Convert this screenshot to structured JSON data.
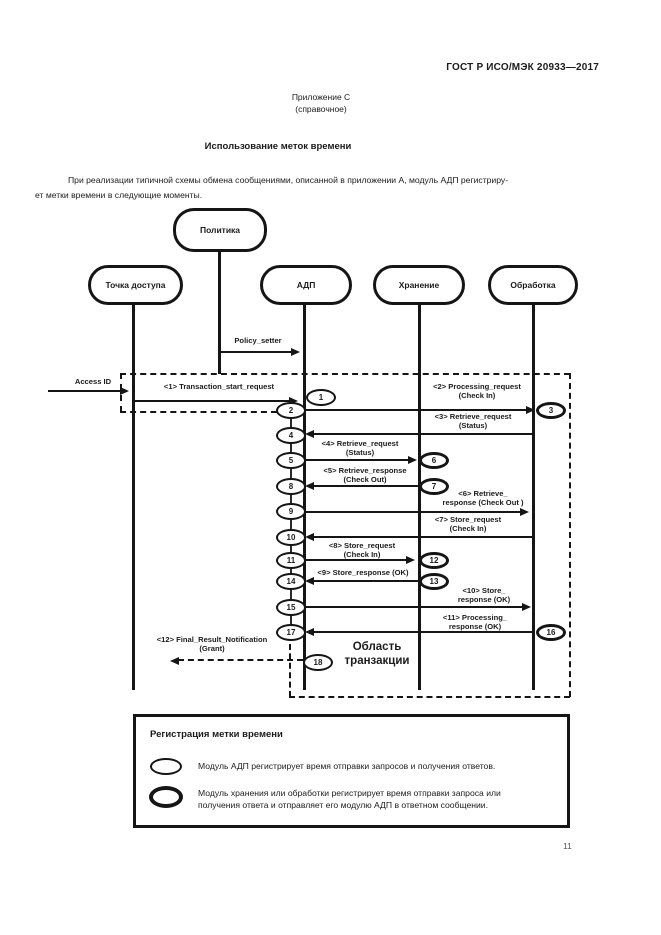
{
  "page": {
    "header": "ГОСТ Р ИСО/МЭК 20933—2017",
    "annex": "Приложение С",
    "annex_note": "(справочное)",
    "title": "Использование меток времени",
    "paragraph": "При реализации типичной схемы обмена сообщениями, описанной в приложении А, модуль АДП регистриру-\nет метки времени в следующие моменты.",
    "page_number": "11"
  },
  "diagram": {
    "actors": [
      {
        "id": "policy",
        "label": "Политика"
      },
      {
        "id": "access-point",
        "label": "Точка доступа"
      },
      {
        "id": "adl",
        "label": "АДП"
      },
      {
        "id": "storage",
        "label": "Хранение"
      },
      {
        "id": "processing",
        "label": "Обработка"
      }
    ],
    "external_input_label": "Access ID",
    "policy_message": {
      "label": "Policy_setter",
      "from": "Политика",
      "to": "АДП"
    },
    "messages": [
      {
        "label": "<1> Transaction_start_request",
        "from": "Точка доступа",
        "to": "АДП"
      },
      {
        "label": "<2> Processing_request\n(Check In)",
        "from": "АДП",
        "to": "Обработка"
      },
      {
        "label": "<3> Retrieve_request\n(Status)",
        "from": "Обработка",
        "to": "АДП"
      },
      {
        "label": "<4> Retrieve_request\n(Status)",
        "from": "АДП",
        "to": "Хранение"
      },
      {
        "label": "<5> Retrieve_response\n(Check Out)",
        "from": "Хранение",
        "to": "АДП"
      },
      {
        "label": "<6> Retrieve_\nresponse (Check Out )",
        "from": "АДП",
        "to": "Обработка"
      },
      {
        "label": "<7> Store_request\n(Check In)",
        "from": "Обработка",
        "to": "АДП"
      },
      {
        "label": "<8> Store_request\n(Check In)",
        "from": "АДП",
        "to": "Хранение"
      },
      {
        "label": "<9> Store_response (OK)",
        "from": "Хранение",
        "to": "АДП"
      },
      {
        "label": "<10> Store_\nresponse (OK)",
        "from": "АДП",
        "to": "Обработка"
      },
      {
        "label": "<11> Processing_\nresponse (OK)",
        "from": "Обработка",
        "to": "АДП"
      },
      {
        "label": "<12> Final_Result_Notification\n(Grant)",
        "from": "АДП",
        "to": "Точка доступа"
      }
    ],
    "transaction_area_label": "Область\nтранзакции",
    "timestamps": [
      {
        "num": "1",
        "registered_by": "adl"
      },
      {
        "num": "2",
        "registered_by": "adl"
      },
      {
        "num": "3",
        "registered_by": "storage-or-processing"
      },
      {
        "num": "4",
        "registered_by": "adl"
      },
      {
        "num": "5",
        "registered_by": "adl"
      },
      {
        "num": "6",
        "registered_by": "storage-or-processing"
      },
      {
        "num": "7",
        "registered_by": "storage-or-processing"
      },
      {
        "num": "8",
        "registered_by": "adl"
      },
      {
        "num": "9",
        "registered_by": "adl"
      },
      {
        "num": "10",
        "registered_by": "adl"
      },
      {
        "num": "11",
        "registered_by": "adl"
      },
      {
        "num": "12",
        "registered_by": "storage-or-processing"
      },
      {
        "num": "13",
        "registered_by": "storage-or-processing"
      },
      {
        "num": "14",
        "registered_by": "adl"
      },
      {
        "num": "15",
        "registered_by": "adl"
      },
      {
        "num": "16",
        "registered_by": "storage-or-processing"
      },
      {
        "num": "17",
        "registered_by": "adl"
      },
      {
        "num": "18",
        "registered_by": "adl"
      }
    ]
  },
  "legend": {
    "title": "Регистрация метки времени",
    "items": [
      {
        "marker": "thin-ellipse",
        "text": "Модуль АДП регистрирует время отправки запросов и получения ответов."
      },
      {
        "marker": "thick-ellipse",
        "text": "Модуль хранения или обработки регистрирует время отправки запроса или\nполучения ответа и отправляет его модулю АДП в ответном сообщении."
      }
    ]
  }
}
